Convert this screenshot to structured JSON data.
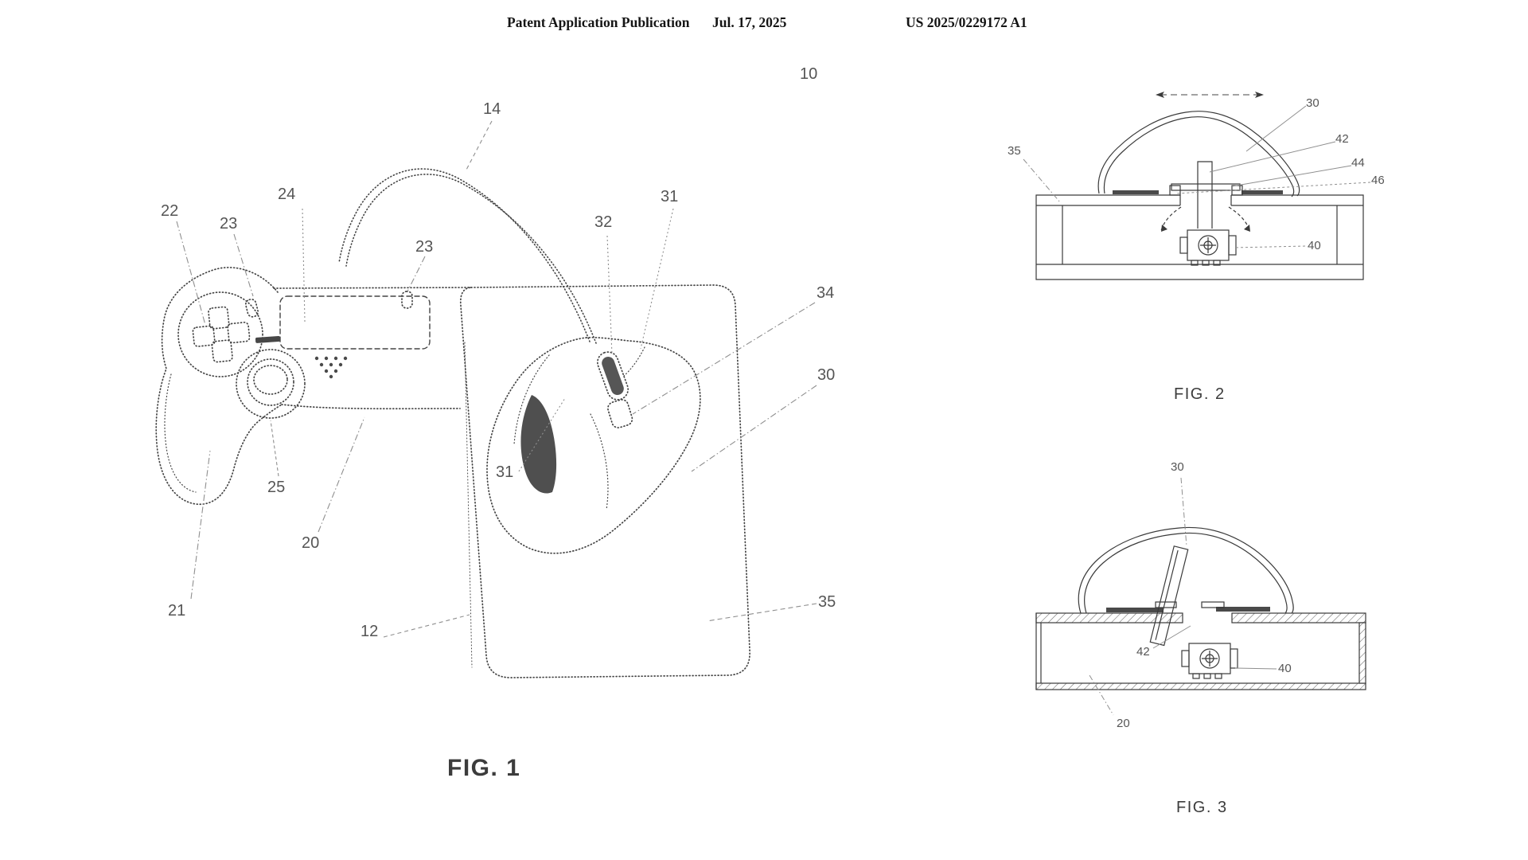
{
  "colors": {
    "background": "#ffffff",
    "ink": "#454545",
    "leader": "#8f8f8f",
    "label": "#555555",
    "header_text": "#151515"
  },
  "header": {
    "publication": "Patent Application Publication",
    "date": "Jul. 17, 2025",
    "doc_number": "US 2025/0229172 A1"
  },
  "fig1": {
    "caption": "FIG. 1",
    "refs": [
      "10",
      "14",
      "22",
      "23",
      "24",
      "23",
      "32",
      "31",
      "34",
      "30",
      "25",
      "20",
      "31",
      "21",
      "12",
      "35"
    ]
  },
  "fig2": {
    "caption": "FIG. 2",
    "refs": [
      "35",
      "30",
      "42",
      "44",
      "46",
      "40"
    ]
  },
  "fig3": {
    "caption": "FIG. 3",
    "refs": [
      "30",
      "42",
      "40",
      "20"
    ]
  }
}
